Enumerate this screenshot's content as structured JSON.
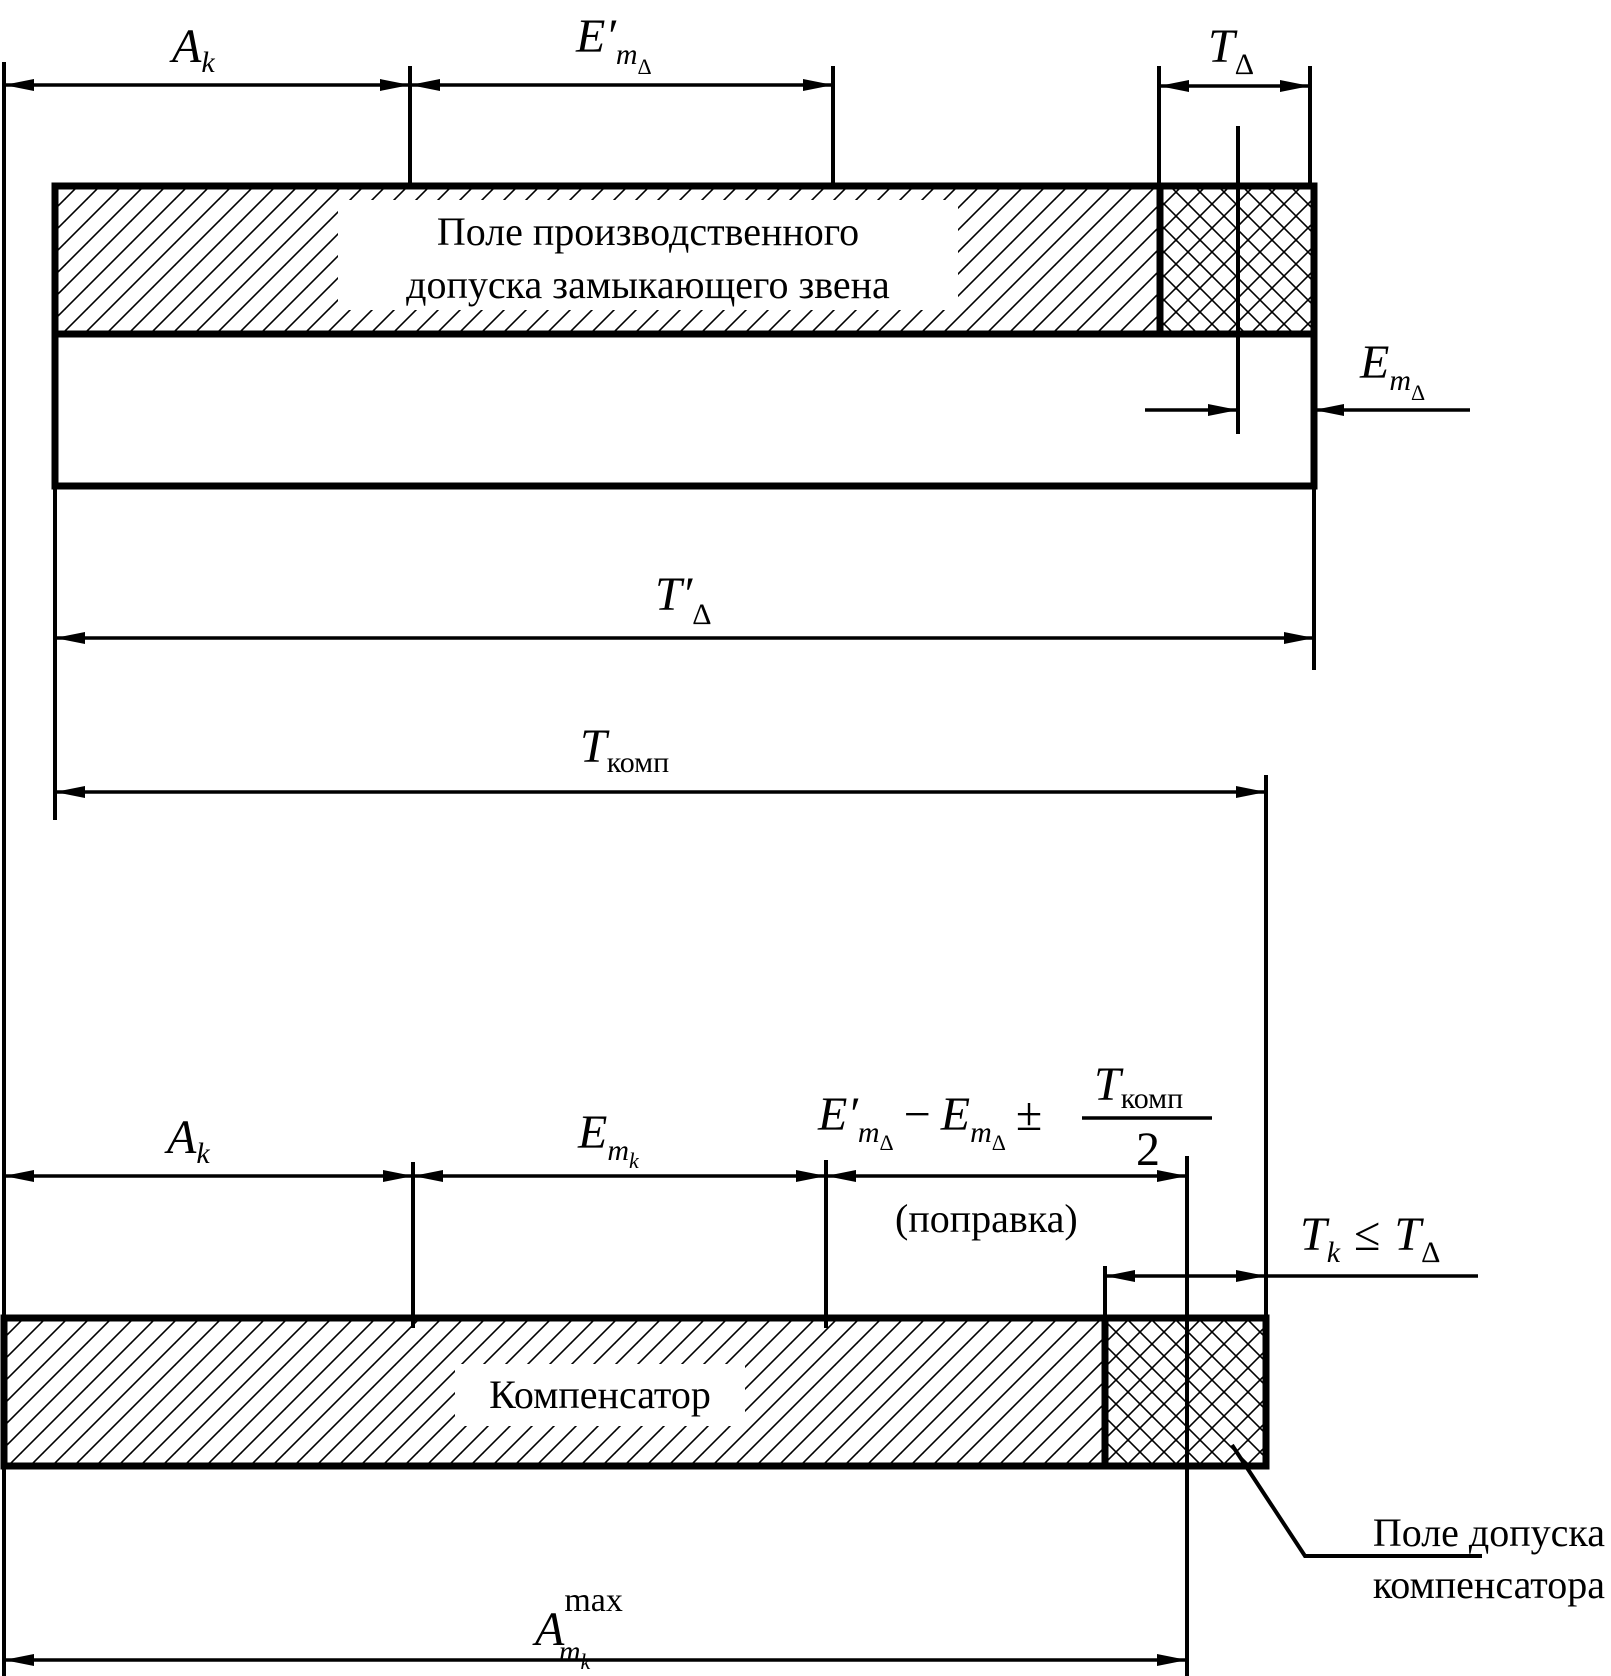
{
  "labels": {
    "ak_top": {
      "main": "A",
      "sub": "k"
    },
    "em_delta_prime": {
      "main": "E′",
      "sub": "m",
      "subsub": "Δ"
    },
    "t_delta": {
      "main": "T",
      "sub": "Δ"
    },
    "em_delta": {
      "main": "E",
      "sub": "m",
      "subsub": "Δ"
    },
    "t_delta_prime": {
      "main": "T′",
      "sub": "Δ"
    },
    "t_komp": {
      "main": "T",
      "sub": "комп"
    },
    "ak_bottom": {
      "main": "A",
      "sub": "k"
    },
    "em_k": {
      "main": "E",
      "sub": "m",
      "subsub": "k"
    },
    "correction": {
      "term1": "E′",
      "term1_sub": "m",
      "term1_subsub": "Δ",
      "minus": "−",
      "term2": "E",
      "term2_sub": "m",
      "term2_subsub": "Δ",
      "plusminus": "±",
      "frac_num": "T",
      "frac_num_sub": "комп",
      "frac_den": "2"
    },
    "correction_note": "(поправка)",
    "tk_le_tdelta": {
      "t1": "T",
      "t1_sub": "k",
      "le": "≤",
      "t2": "T",
      "t2_sub": "Δ"
    },
    "am_k_max": {
      "main": "A",
      "sup": "max",
      "sub": "m",
      "subsub": "k"
    }
  },
  "text": {
    "field_line1": "Поле производственного",
    "field_line2": "допуска замыкающего звена",
    "compensator": "Компенсатор",
    "comp_tol_line1": "Поле допуска",
    "comp_tol_line2": "компенсатора"
  }
}
